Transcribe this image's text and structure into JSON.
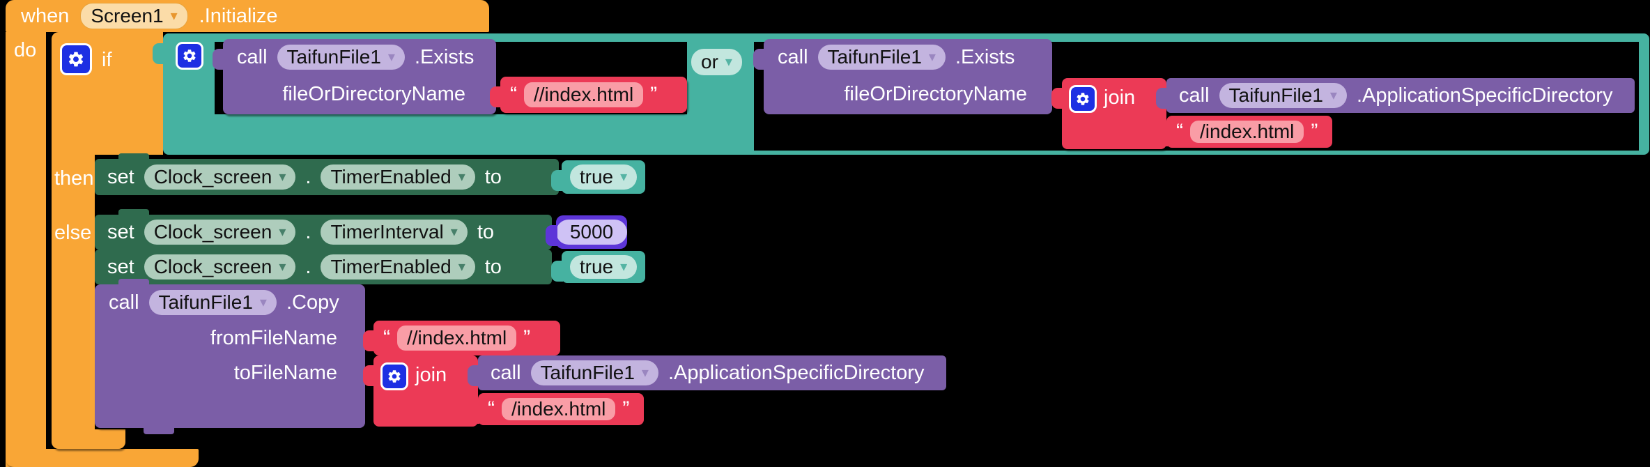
{
  "colors": {
    "background": "#000000",
    "event_orange": "#F9A636",
    "logic_teal": "#46B2A1",
    "method_purple": "#7B5EA7",
    "setter_green": "#2F6B4E",
    "text_red": "#EC3A56",
    "math_violet": "#5D35D8",
    "gear_blue": "#1D2FE3"
  },
  "event_block": {
    "keyword": "when",
    "component": "Screen1",
    "event": ".Initialize",
    "do_label": "do"
  },
  "if_block": {
    "if_label": "if",
    "then_label": "then",
    "else_label": "else"
  },
  "or_block": {
    "operator": "or"
  },
  "labels": {
    "call": "call",
    "set": "set",
    "to": "to",
    "join": "join",
    "dot": "."
  },
  "file_component": "TaifunFile1",
  "methods": {
    "exists": ".Exists",
    "copy": ".Copy",
    "app_dir": ".ApplicationSpecificDirectory"
  },
  "params": {
    "file_or_directory": "fileOrDirectoryName",
    "from_file": "fromFileName",
    "to_file": "toFileName"
  },
  "clock": {
    "component": "Clock_screen",
    "timer_enabled": "TimerEnabled",
    "timer_interval": "TimerInterval",
    "interval_value": "5000",
    "true_value": "true"
  },
  "text_values": {
    "root_index": "//index.html",
    "rel_index": "/index.html"
  },
  "ui": {
    "dropdown_arrow": "▾",
    "quote_open": "“",
    "quote_close": "”"
  }
}
